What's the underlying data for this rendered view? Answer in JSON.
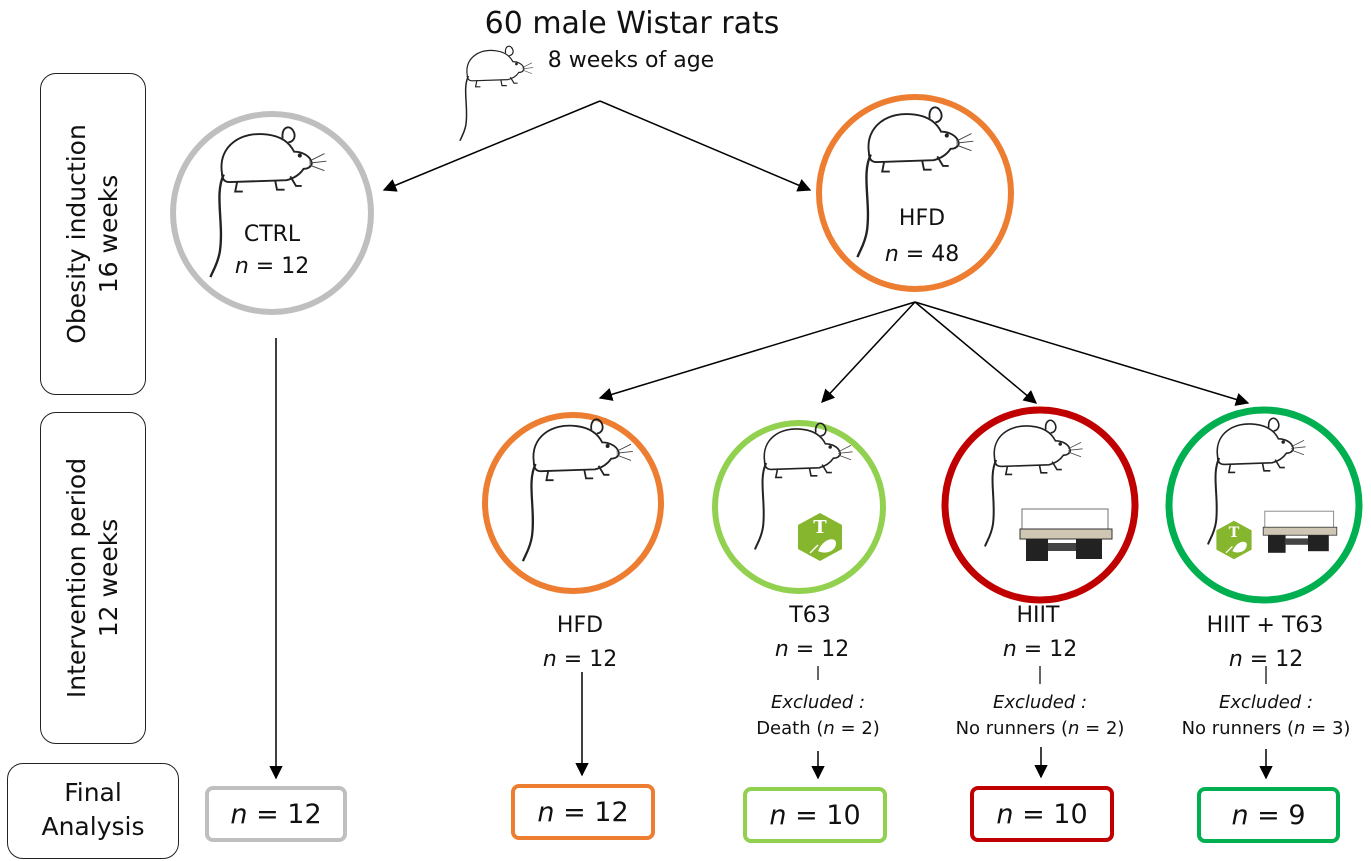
{
  "header": {
    "title": "60 male Wistar rats",
    "subtitle": "8 weeks of age"
  },
  "phases": {
    "obesity": [
      "Obesity induction",
      "16 weeks"
    ],
    "intervention": [
      "Intervention period",
      "12 weeks"
    ],
    "final": [
      "Final",
      "Analysis"
    ]
  },
  "groups": {
    "ctrl": {
      "label": "CTRL",
      "n_prefix": "n",
      "n_value": "= 12",
      "color": "#bfbfbf"
    },
    "hfd_induction": {
      "label": "HFD",
      "n_prefix": "n",
      "n_value": "= 48",
      "color": "#ed7d31"
    },
    "hfd": {
      "label": "HFD",
      "n_prefix": "n",
      "n_value": "= 12",
      "color": "#ed7d31"
    },
    "t63": {
      "label": "T63",
      "n_prefix": "n",
      "n_value": "= 12",
      "color": "#92d050",
      "excluded_title": "Excluded :",
      "excluded_reason": "Death (",
      "excluded_n": "n",
      "excluded_count": "= 2)"
    },
    "hiit": {
      "label": "HIIT",
      "n_prefix": "n",
      "n_value": "= 12",
      "color": "#c00000",
      "excluded_title": "Excluded :",
      "excluded_reason": "No runners (",
      "excluded_n": "n",
      "excluded_count": "= 2)"
    },
    "hiit_t63": {
      "label": "HIIT + T63",
      "n_prefix": "n",
      "n_value": "= 12",
      "color": "#00b050",
      "excluded_title": "Excluded :",
      "excluded_reason": "No runners (",
      "excluded_n": "n",
      "excluded_count": "= 3)"
    }
  },
  "final": {
    "ctrl": {
      "n_prefix": "n",
      "n_value": "= 12",
      "color": "#bfbfbf"
    },
    "hfd": {
      "n_prefix": "n",
      "n_value": "= 12",
      "color": "#ed7d31"
    },
    "t63": {
      "n_prefix": "n",
      "n_value": "= 10",
      "color": "#92d050"
    },
    "hiit": {
      "n_prefix": "n",
      "n_value": "= 10",
      "color": "#c00000"
    },
    "hiit_t63": {
      "n_prefix": "n",
      "n_value": "= 9",
      "color": "#00b050"
    }
  },
  "icons": {
    "rat": "rat-icon",
    "supplement": "t63-supplement-icon",
    "treadmill": "treadmill-icon"
  }
}
